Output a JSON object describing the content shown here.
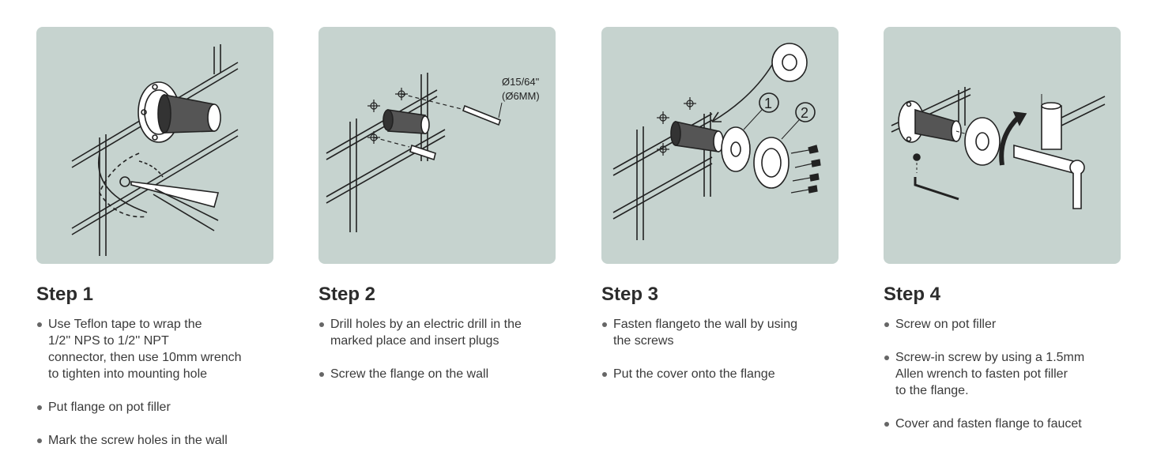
{
  "steps": [
    {
      "title": "Step 1",
      "items": [
        "Use Teflon tape to wrap the\n1/2'' NPS to 1/2'' NPT\nconnector, then use 10mm wrench\nto tighten into mounting hole",
        "Put flange on pot filler",
        "Mark the screw holes in the wall"
      ]
    },
    {
      "title": "Step 2",
      "drill_label_1": "Ø15/64\"",
      "drill_label_2": "(Ø6MM)",
      "items": [
        "Drill holes by an electric drill in the\nmarked place and insert plugs",
        "Screw the flange on the wall"
      ]
    },
    {
      "title": "Step 3",
      "callout_1": "1",
      "callout_2": "2",
      "items": [
        "Fasten flangeto the wall by using\nthe screws",
        "Put the cover onto the flange"
      ]
    },
    {
      "title": "Step 4",
      "items": [
        "Screw on pot filler",
        "Screw-in screw by using a 1.5mm\nAllen wrench to fasten pot filler\nto the flange.",
        "Cover and fasten flange to faucet"
      ]
    }
  ],
  "colors": {
    "panel_bg": "#c6d3cf",
    "line": "#222222",
    "title": "#2c2c2c",
    "body_text": "#3a3a3a"
  }
}
